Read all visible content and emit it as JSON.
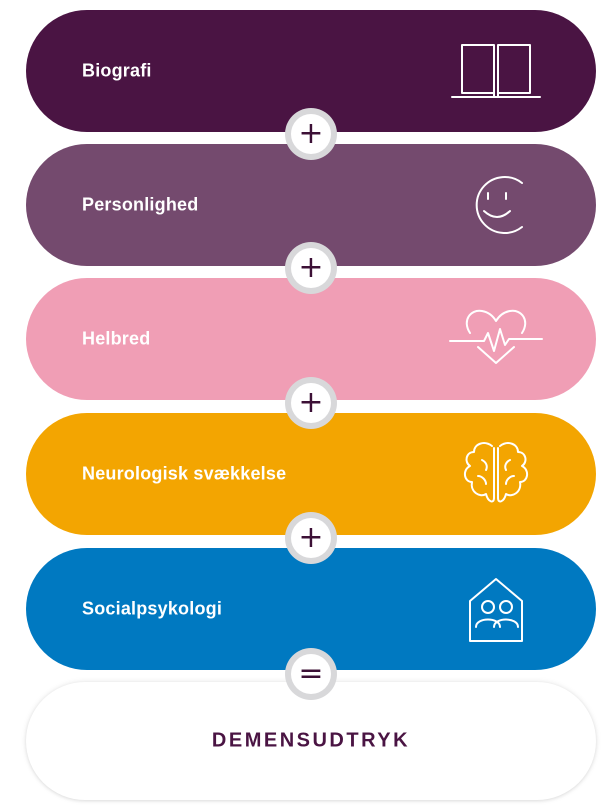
{
  "steps": [
    {
      "label": "Biografi",
      "color": "#4a1443",
      "icon": "book-icon"
    },
    {
      "label": "Personlighed",
      "color": "#744a6e",
      "icon": "smiley-face-icon"
    },
    {
      "label": "Helbred",
      "color": "#f09eb5",
      "icon": "heart-heartbeat-icon"
    },
    {
      "label": "Neurologisk svækkelse",
      "color": "#f3a501",
      "icon": "brain-icon"
    },
    {
      "label": "Socialpsykologi",
      "color": "#0079c1",
      "icon": "house-people-icon"
    }
  ],
  "operators": [
    "+",
    "+",
    "+",
    "+",
    "="
  ],
  "result": {
    "label": "DEMENSUDTRYK",
    "color": "#4a1443"
  }
}
